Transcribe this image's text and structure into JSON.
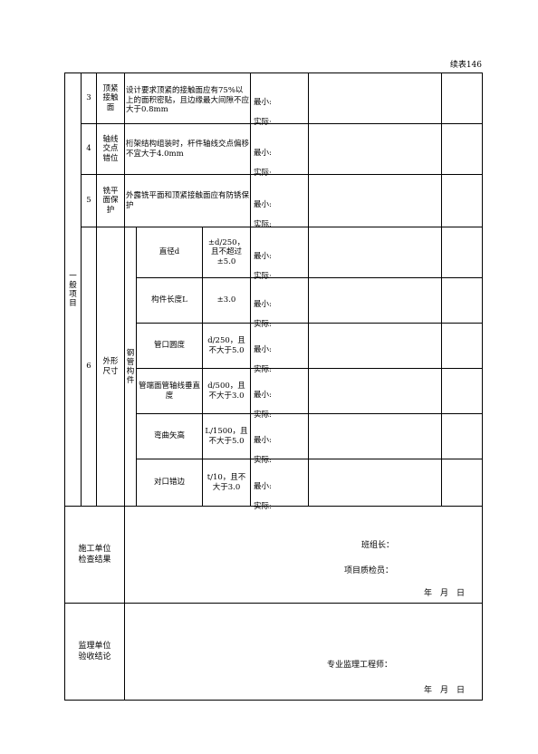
{
  "header": {
    "page_number": "续表146"
  },
  "general_section": {
    "label": "一般项目"
  },
  "rows": [
    {
      "no": "3",
      "item": "顶紧接触面",
      "requirement": "设计要求顶紧的接触面应有75%以上的面积密贴，且边缘最大间隙不应大于0.8mm",
      "measure_min": "最小:",
      "measure_actual": "实际:"
    },
    {
      "no": "4",
      "item": "轴线交点错位",
      "requirement": "桁架结构组装时，杆件轴线交点偏移不宜大于4.0mm",
      "measure_min": "最小:",
      "measure_actual": "实际:"
    },
    {
      "no": "5",
      "item": "铣平面保护",
      "requirement": "外露铣平面和顶紧接触面应有防锈保护",
      "measure_min": "最小:",
      "measure_actual": "实际:"
    }
  ],
  "row6": {
    "no": "6",
    "item": "外形尺寸",
    "group": "钢管构件",
    "subitems": [
      {
        "name": "直径d",
        "tolerance": "±d/250，且不超过±5.0",
        "measure_min": "最小:",
        "measure_actual": "实际:"
      },
      {
        "name": "构件长度L",
        "tolerance": "±3.0",
        "measure_min": "最小:",
        "measure_actual": "实际:"
      },
      {
        "name": "管口圆度",
        "tolerance": "d/250，且不大于5.0",
        "measure_min": "最小:",
        "measure_actual": "实际:"
      },
      {
        "name": "管端面管轴线垂直度",
        "tolerance": "d/500，且不大于3.0",
        "measure_min": "最小:",
        "measure_actual": "实际:"
      },
      {
        "name": "弯曲矢高",
        "tolerance": "L/1500，且不大于5.0",
        "measure_min": "最小:",
        "measure_actual": "实际:"
      },
      {
        "name": "对口错边",
        "tolerance": "t/10，且不大于3.0",
        "measure_min": "最小:",
        "measure_actual": "实际:"
      }
    ]
  },
  "construction_check": {
    "label": "施工单位\n检查结果",
    "team_leader": "班组长：",
    "quality_inspector": "项目质检员：",
    "date": "年　月　日"
  },
  "supervision_check": {
    "label": "监理单位\n验收结论",
    "engineer": "专业监理工程师：",
    "date": "年　月　日"
  }
}
